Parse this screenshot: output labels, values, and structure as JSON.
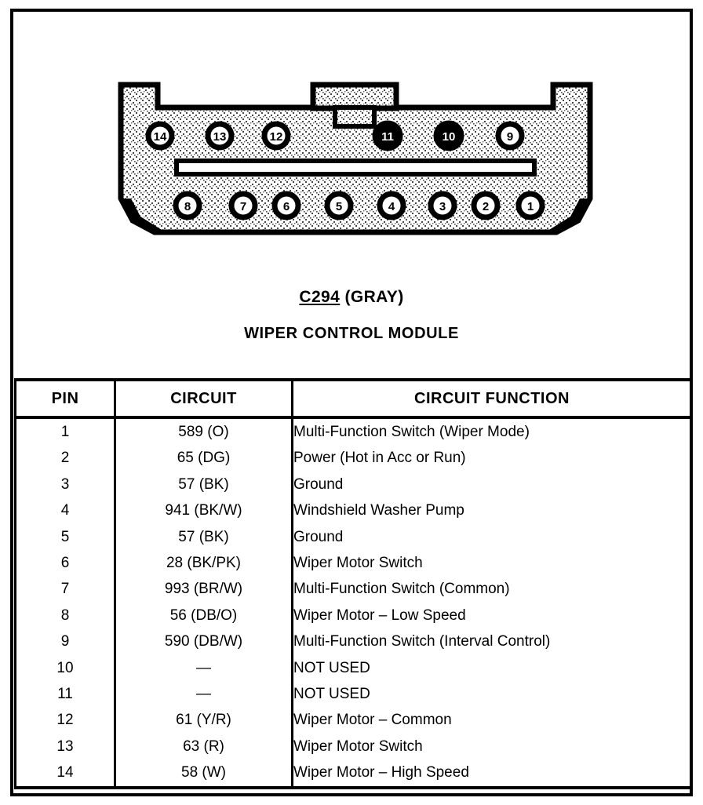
{
  "connector": {
    "label": "connector-face-view",
    "top_row_pins": [
      {
        "number": "14",
        "filled": false
      },
      {
        "number": "13",
        "filled": false
      },
      {
        "number": "12",
        "filled": false
      },
      {
        "number": "11",
        "filled": true
      },
      {
        "number": "10",
        "filled": true
      },
      {
        "number": "9",
        "filled": false
      }
    ],
    "bottom_row_pins": [
      {
        "number": "8",
        "filled": false
      },
      {
        "number": "7",
        "filled": false
      },
      {
        "number": "6",
        "filled": false
      },
      {
        "number": "5",
        "filled": false
      },
      {
        "number": "4",
        "filled": false
      },
      {
        "number": "3",
        "filled": false
      },
      {
        "number": "2",
        "filled": false
      },
      {
        "number": "1",
        "filled": false
      }
    ]
  },
  "caption": {
    "connector_id": "C294",
    "connector_color": "(GRAY)",
    "component_name": "WIPER CONTROL MODULE"
  },
  "table": {
    "headers": [
      "PIN",
      "CIRCUIT",
      "CIRCUIT FUNCTION"
    ],
    "rows": [
      {
        "pin": "1",
        "circuit": "589 (O)",
        "function": "Multi-Function Switch (Wiper Mode)"
      },
      {
        "pin": "2",
        "circuit": "65 (DG)",
        "function": "Power (Hot in Acc or Run)"
      },
      {
        "pin": "3",
        "circuit": "57 (BK)",
        "function": "Ground"
      },
      {
        "pin": "4",
        "circuit": "941 (BK/W)",
        "function": "Windshield Washer Pump"
      },
      {
        "pin": "5",
        "circuit": "57 (BK)",
        "function": "Ground"
      },
      {
        "pin": "6",
        "circuit": "28 (BK/PK)",
        "function": "Wiper Motor Switch"
      },
      {
        "pin": "7",
        "circuit": "993 (BR/W)",
        "function": "Multi-Function Switch (Common)"
      },
      {
        "pin": "8",
        "circuit": "56 (DB/O)",
        "function": "Wiper Motor – Low Speed"
      },
      {
        "pin": "9",
        "circuit": "590 (DB/W)",
        "function": "Multi-Function Switch (Interval Control)"
      },
      {
        "pin": "10",
        "circuit": "—",
        "function": "NOT USED"
      },
      {
        "pin": "11",
        "circuit": "—",
        "function": "NOT USED"
      },
      {
        "pin": "12",
        "circuit": "61 (Y/R)",
        "function": "Wiper Motor – Common"
      },
      {
        "pin": "13",
        "circuit": "63 (R)",
        "function": "Wiper Motor Switch"
      },
      {
        "pin": "14",
        "circuit": "58 (W)",
        "function": "Wiper Motor – High Speed"
      }
    ]
  },
  "colors": {
    "ink": "#000000",
    "paper": "#ffffff",
    "body_fill": "#d9d9d9"
  }
}
